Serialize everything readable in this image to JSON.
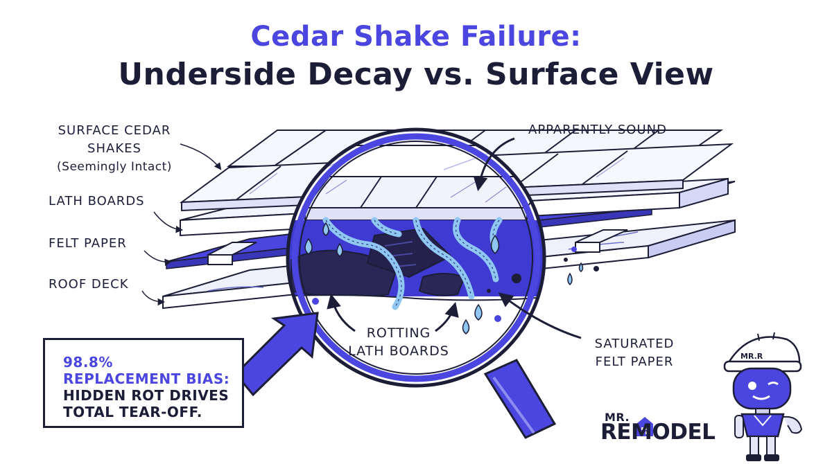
{
  "title": {
    "line1": "Cedar Shake Failure:",
    "line2": "Underside Decay vs. Surface View"
  },
  "labels": {
    "surface_line1": "SURFACE CEDAR",
    "surface_line2": "SHAKES",
    "surface_sub": "(Seemingly Intact)",
    "lath": "LATH BOARDS",
    "felt": "FELT PAPER",
    "deck": "ROOF DECK",
    "sound": "APPARENTLY SOUND",
    "rotting_line1": "ROTTING",
    "rotting_line2": "LATH BOARDS",
    "saturated_line1": "SATURATED",
    "saturated_line2": "FELT PAPER"
  },
  "callout": {
    "line1": "98.8%",
    "line2": "REPLACEMENT BIAS:",
    "line3": "HIDDEN ROT DRIVES",
    "line4": "TOTAL TEAR-OFF."
  },
  "brand": {
    "top": "MR.",
    "name": "REMODEL",
    "helmet": "MR.R"
  },
  "colors": {
    "accent": "#4b46e0",
    "dark": "#1c1d36",
    "water": "#8fc6f2",
    "rot": "#2a2757"
  }
}
